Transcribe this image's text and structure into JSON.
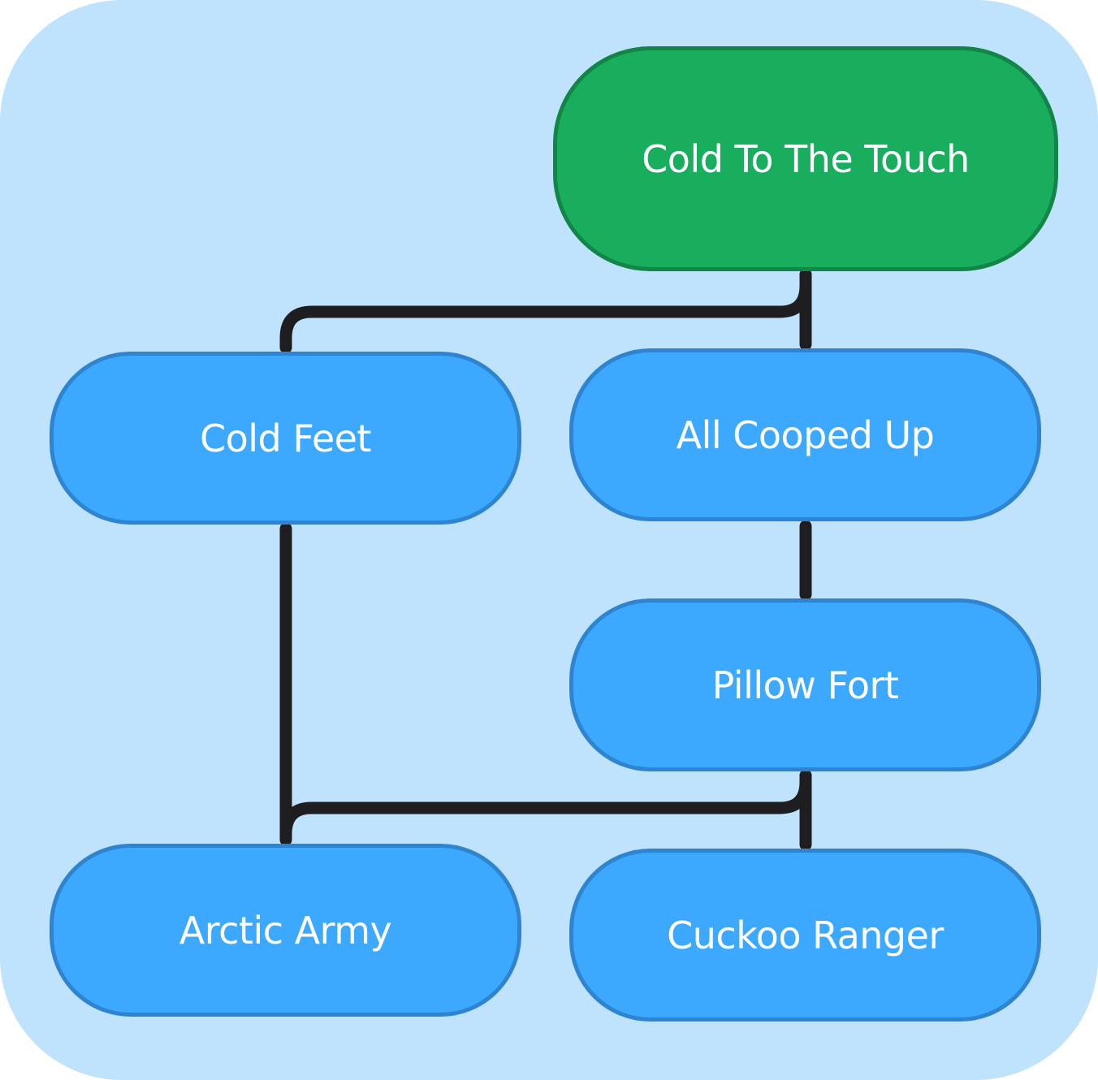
{
  "diagram": {
    "background_color": "#bfe3fc",
    "edge_color": "#1e1e20",
    "nodes": {
      "root": {
        "label": "Cold To The Touch",
        "color": "#18ae5e"
      },
      "feet": {
        "label": "Cold Feet",
        "color": "#3ca9fe"
      },
      "cooped": {
        "label": "All Cooped Up",
        "color": "#3ca9fe"
      },
      "pillow": {
        "label": "Pillow Fort",
        "color": "#3ca9fe"
      },
      "arctic": {
        "label": "Arctic Army",
        "color": "#3ca9fe"
      },
      "cuckoo": {
        "label": "Cuckoo Ranger",
        "color": "#3ca9fe"
      }
    },
    "edges": [
      {
        "from": "root",
        "to": "feet"
      },
      {
        "from": "root",
        "to": "cooped"
      },
      {
        "from": "cooped",
        "to": "pillow"
      },
      {
        "from": "feet",
        "to": "arctic"
      },
      {
        "from": "pillow",
        "to": "arctic"
      },
      {
        "from": "pillow",
        "to": "cuckoo"
      }
    ]
  }
}
